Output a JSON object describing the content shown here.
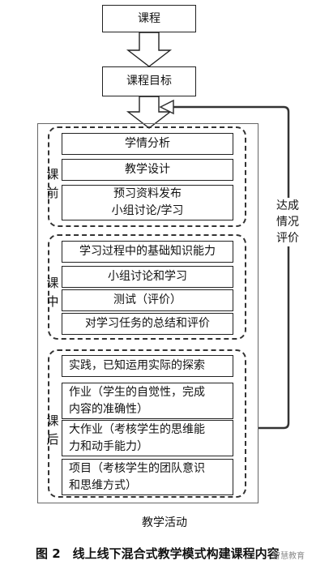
{
  "top": {
    "course": "课程",
    "objective": "课程目标"
  },
  "activities_label": "教学活动",
  "phases": {
    "before": {
      "label": "课前",
      "items": [
        "学情分析",
        "教学设计",
        "预习资料发布\n小组讨论/学习"
      ]
    },
    "during": {
      "label": "课中",
      "items": [
        "学习过程中的基础知识能力",
        "小组讨论和学习",
        "测试（评价）",
        "对学习任务的总结和评价"
      ]
    },
    "after": {
      "label": "课后",
      "items": [
        "实践，已知运用实际的探索",
        "作业（学生的自觉性，完成\n内容的准确性）",
        "大作业（考核学生的思维能\n力和动手能力）",
        "项目（考核学生的团队意识\n和思维方式）"
      ]
    }
  },
  "feedback_label": "达成\n情况\n评价",
  "figure_caption": "图 2　线上线下混合式教学模式构建课程内容",
  "watermark": "智慧教育"
}
